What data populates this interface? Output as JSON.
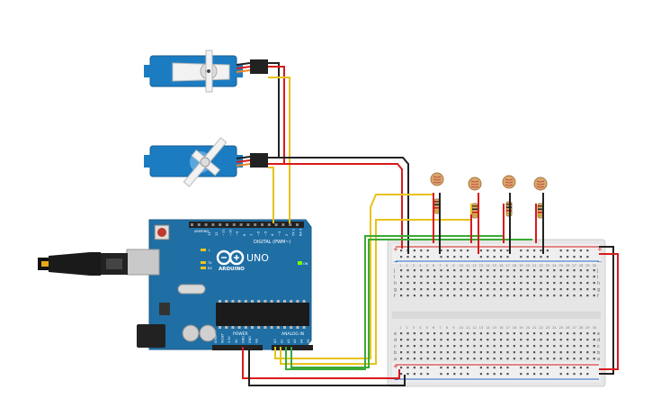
{
  "arduino": {
    "brand_text": "ARDUINO",
    "model_text": "UNO",
    "on_label": "ON",
    "digital_label": "DIGITAL (PWM~)",
    "power_label": "POWER",
    "analog_label": "ANALOG IN",
    "aref_label": "AREF",
    "gnd_label": "GND",
    "tx_label": "TX",
    "rx_label": "RX",
    "l_label": "L",
    "power_pins": [
      "IOREF",
      "RESET",
      "3.3V",
      "5V",
      "GND",
      "GND",
      "Vin"
    ],
    "analog_pins": [
      "A0",
      "A1",
      "A2",
      "A3",
      "A4",
      "A5"
    ],
    "digital_pins": [
      "13",
      "12",
      "~11",
      "~10",
      "~9",
      "8",
      "7",
      "~6",
      "~5",
      "4",
      "~3",
      "2",
      "TX 1",
      "RX 0"
    ]
  },
  "breadboard": {
    "row_letters_top": [
      "j",
      "i",
      "h",
      "g",
      "f"
    ],
    "row_letters_bottom": [
      "e",
      "d",
      "c",
      "b",
      "a"
    ],
    "plus": "+",
    "minus": "−",
    "column_numbers": [
      "1",
      "2",
      "3",
      "4",
      "5",
      "6",
      "7",
      "8",
      "9",
      "10",
      "11",
      "12",
      "13",
      "14",
      "15",
      "16",
      "17",
      "18",
      "19",
      "20",
      "21",
      "22",
      "23",
      "24",
      "25",
      "26",
      "27",
      "28",
      "29",
      "30"
    ]
  },
  "colors": {
    "board_blue": "#1f6fa5",
    "servo_blue": "#1c7cc2",
    "wire_red": "#d81b1b",
    "wire_black": "#222222",
    "wire_yellow": "#e8c21a",
    "wire_green": "#3aaa35",
    "breadboard": "#e9e9e9"
  },
  "icons": [
    "servo-motor-icon",
    "photoresistor-icon",
    "resistor-icon",
    "usb-cable-icon",
    "arduino-logo-icon"
  ]
}
